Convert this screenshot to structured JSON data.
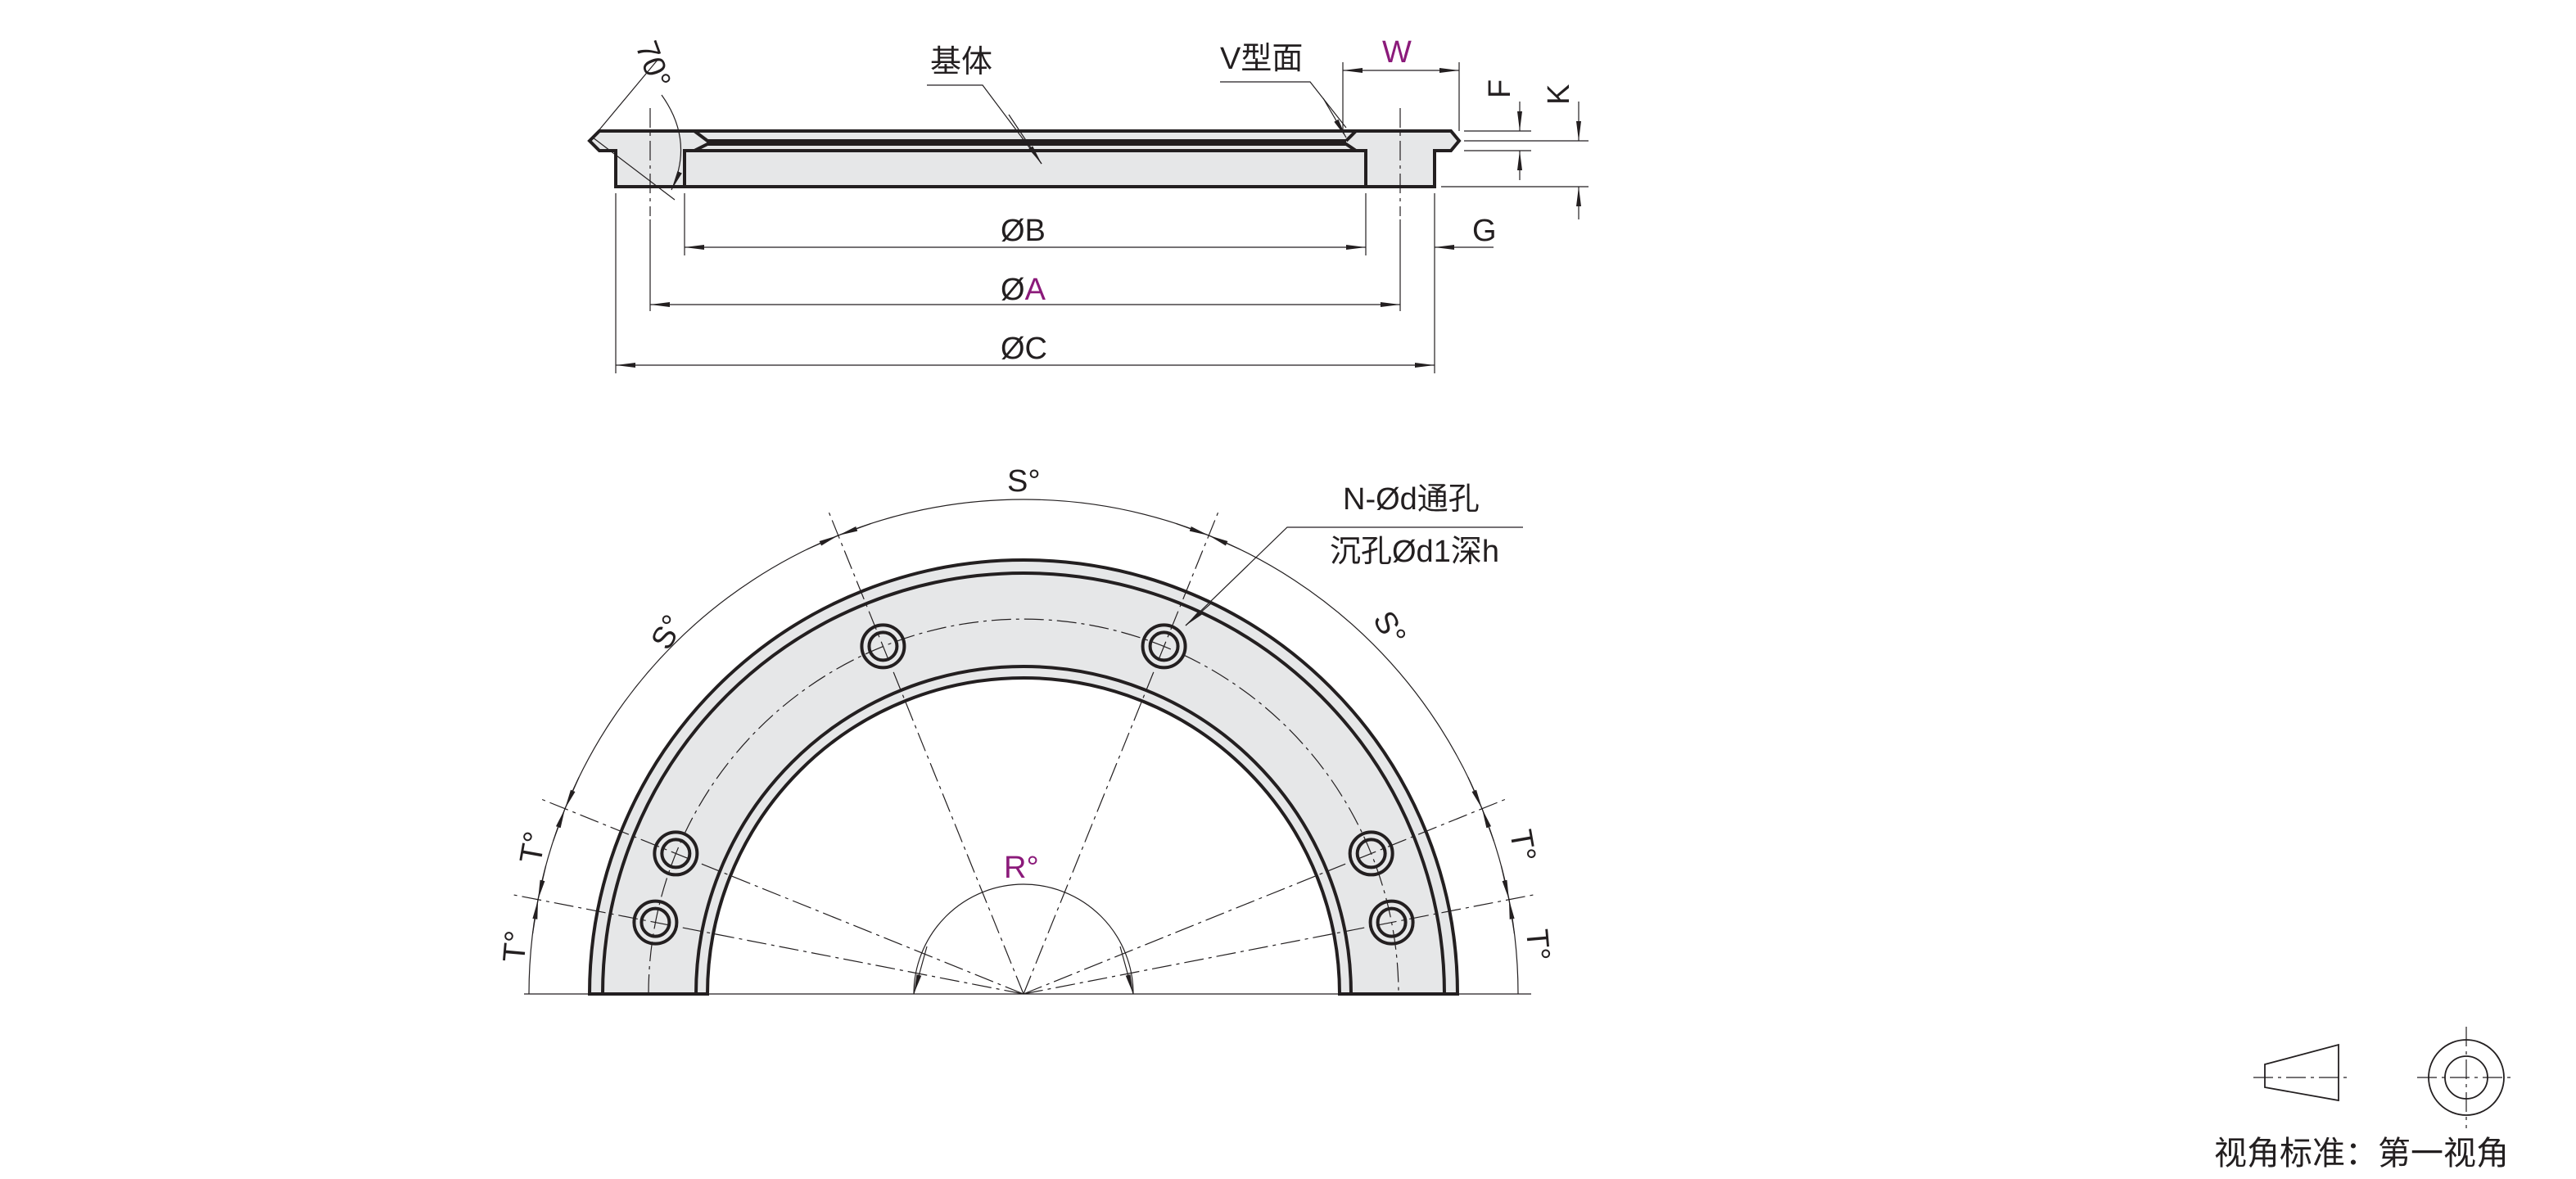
{
  "top_view": {
    "angle_label": "70°",
    "body_label": "基体",
    "v_face_label": "V型面",
    "w_label": "W",
    "f_label": "F",
    "k_label": "K",
    "g_label": "G",
    "dia_b_label": "ØB",
    "dia_a_prefix": "Ø",
    "dia_a_letter": "A",
    "dia_c_label": "ØC"
  },
  "front_view": {
    "s_label": "S°",
    "t_label": "T°",
    "r_label": "R°",
    "hole_note_line1": "N-Ød通孔",
    "hole_note_line2": "沉孔Ød1深h"
  },
  "projection": {
    "label": "视角标准：第一视角"
  },
  "colors": {
    "line": "#231f20",
    "fill": "#e6e7e8",
    "accent": "#8b1a7a"
  }
}
